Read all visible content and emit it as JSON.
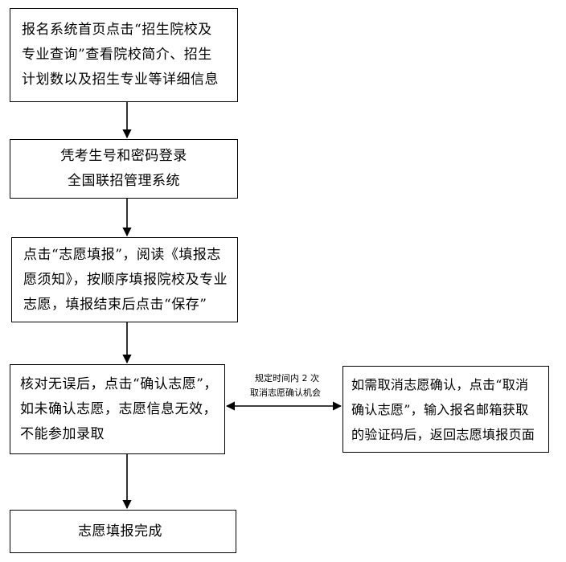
{
  "flowchart": {
    "step1": {
      "lines": [
        "报名系统首页点击“招生院校及",
        "专业查询”查看院校简介、招生",
        "计划数以及招生专业等详细信息"
      ]
    },
    "step2": {
      "lines": [
        "凭考生号和密码登录",
        "全国联招管理系统"
      ]
    },
    "step3": {
      "lines": [
        "点击“志愿填报”，阅读《填报志",
        "愿须知》，按顺序填报院校及专业",
        "志愿，填报结束后点击“保存”"
      ]
    },
    "step4": {
      "lines": [
        "核对无误后，点击“确认志愿”，",
        "如未确认志愿，志愿信息无效，",
        "不能参加录取"
      ]
    },
    "step5": {
      "lines": [
        "志愿填报完成"
      ]
    },
    "side_box": {
      "lines": [
        "如需取消志愿确认，点击“取消",
        "确认志愿”，输入报名邮箱获取",
        "的验证码后，返回志愿填报页面"
      ]
    },
    "arrow_note": {
      "line1": "规定时间内 2 次",
      "line2": "取消志愿确认机会"
    }
  }
}
